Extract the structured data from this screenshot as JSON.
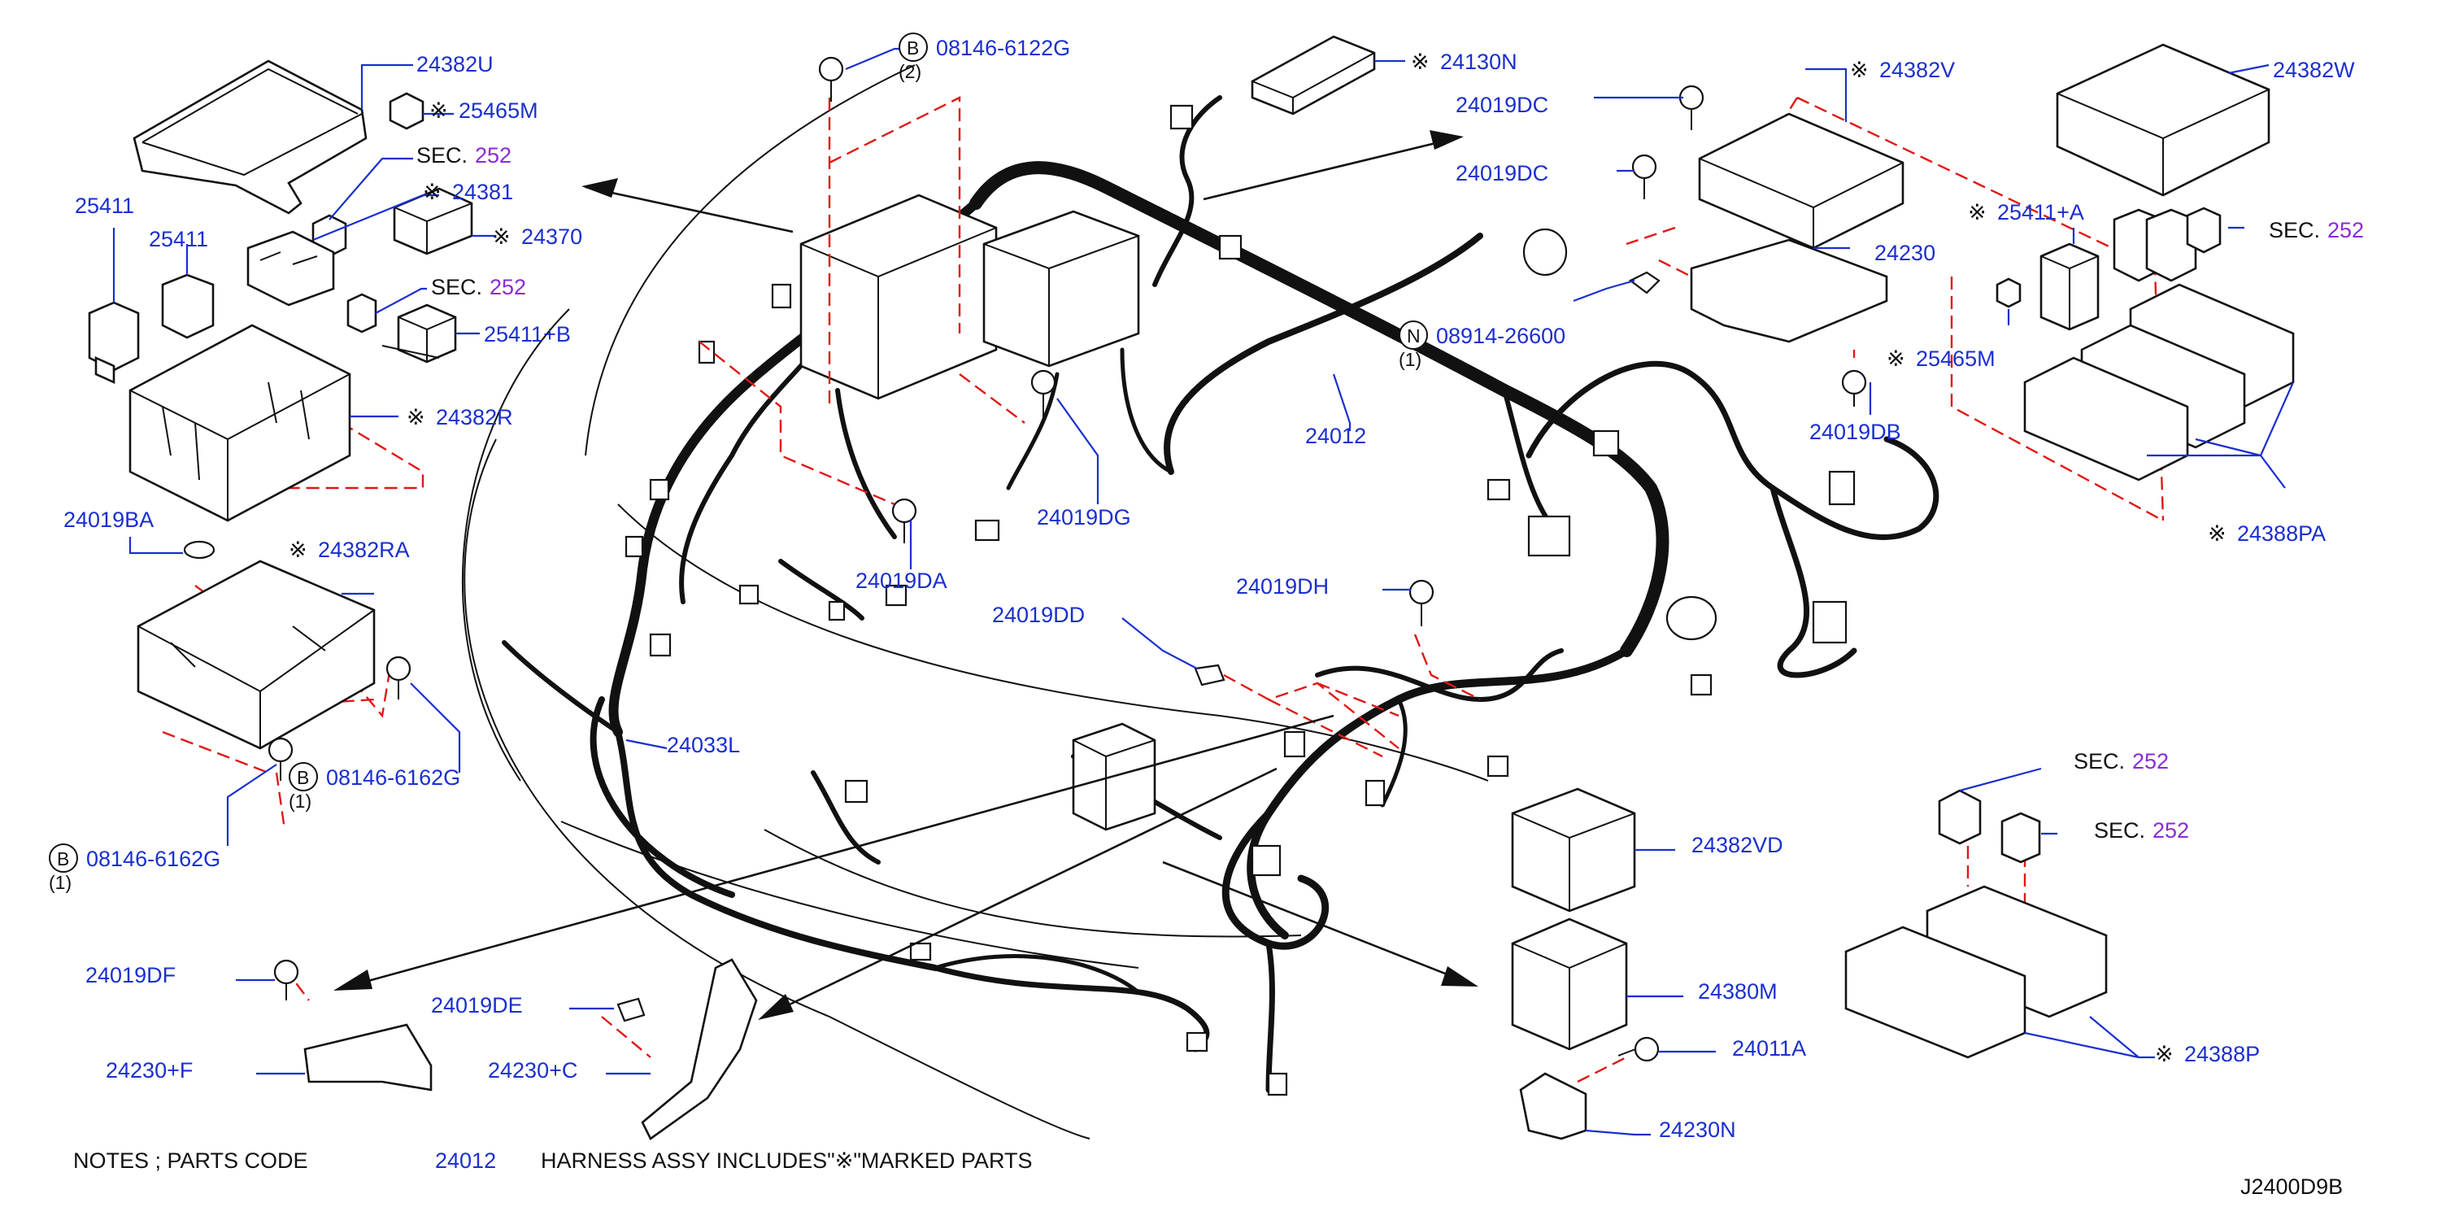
{
  "diagram": {
    "id_code": "J2400D9B",
    "notes": {
      "prefix": "NOTES ; PARTS CODE",
      "code": "24012",
      "suffix": "HARNESS ASSY INCLUDES\"※\"MARKED PARTS"
    },
    "callouts": [
      {
        "key": "c24382U",
        "text": "24382U",
        "mark": false
      },
      {
        "key": "c25465M_a",
        "text": "25465M",
        "mark": true
      },
      {
        "key": "cSEC_a",
        "text": "SEC.",
        "num": "252"
      },
      {
        "key": "c24381",
        "text": "24381",
        "mark": true
      },
      {
        "key": "c24370",
        "text": "24370",
        "mark": true
      },
      {
        "key": "cSEC_b",
        "text": "SEC.",
        "num": "252"
      },
      {
        "key": "c25411_a",
        "text": "25411",
        "mark": false
      },
      {
        "key": "c25411_b",
        "text": "25411",
        "mark": false
      },
      {
        "key": "c25411B",
        "text": "25411+B",
        "mark": false
      },
      {
        "key": "c24382R",
        "text": "24382R",
        "mark": true
      },
      {
        "key": "c24019BA",
        "text": "24019BA",
        "mark": false
      },
      {
        "key": "c24382RA",
        "text": "24382RA",
        "mark": true
      },
      {
        "key": "c08146_6162G_a",
        "text": "08146-6162G",
        "circle": "B",
        "qty": "(1)"
      },
      {
        "key": "c08146_6162G_b",
        "text": "08146-6162G",
        "circle": "B",
        "qty": "(1)"
      },
      {
        "key": "c08146_6122G",
        "text": "08146-6122G",
        "circle": "B",
        "qty": "(2)"
      },
      {
        "key": "c24130N",
        "text": "24130N",
        "mark": true
      },
      {
        "key": "c24019DC_a",
        "text": "24019DC",
        "mark": false
      },
      {
        "key": "c24019DC_b",
        "text": "24019DC",
        "mark": false
      },
      {
        "key": "c24382V",
        "text": "24382V",
        "mark": true
      },
      {
        "key": "c24382W",
        "text": "24382W",
        "mark": false
      },
      {
        "key": "c25411A",
        "text": "25411+A",
        "mark": true
      },
      {
        "key": "cSEC_c",
        "text": "SEC.",
        "num": "252"
      },
      {
        "key": "c24230",
        "text": "24230",
        "mark": false
      },
      {
        "key": "c08914_26600",
        "text": "08914-26600",
        "circle": "N",
        "qty": "(1)"
      },
      {
        "key": "c25465M_b",
        "text": "25465M",
        "mark": true
      },
      {
        "key": "c24019DB",
        "text": "24019DB",
        "mark": false
      },
      {
        "key": "c24388PA",
        "text": "24388PA",
        "mark": true
      },
      {
        "key": "c24012",
        "text": "24012",
        "mark": false
      },
      {
        "key": "c24019DG",
        "text": "24019DG",
        "mark": false
      },
      {
        "key": "c24019DA",
        "text": "24019DA",
        "mark": false
      },
      {
        "key": "c24019DD",
        "text": "24019DD",
        "mark": false
      },
      {
        "key": "c24019DH",
        "text": "24019DH",
        "mark": false
      },
      {
        "key": "c24033L",
        "text": "24033L",
        "mark": false
      },
      {
        "key": "cSEC_d",
        "text": "SEC.",
        "num": "252"
      },
      {
        "key": "cSEC_e",
        "text": "SEC.",
        "num": "252"
      },
      {
        "key": "c24382VD",
        "text": "24382VD",
        "mark": false
      },
      {
        "key": "c24380M",
        "text": "24380M",
        "mark": false
      },
      {
        "key": "c24011A",
        "text": "24011A",
        "mark": false
      },
      {
        "key": "c24230N",
        "text": "24230N",
        "mark": false
      },
      {
        "key": "c24388P",
        "text": "24388P",
        "mark": true
      },
      {
        "key": "c24019DF",
        "text": "24019DF",
        "mark": false
      },
      {
        "key": "c24230F",
        "text": "24230+F",
        "mark": false
      },
      {
        "key": "c24019DE",
        "text": "24019DE",
        "mark": false
      },
      {
        "key": "c24230C",
        "text": "24230+C",
        "mark": false
      }
    ],
    "mark_symbol": "※",
    "colors": {
      "label": "#1a2fd0",
      "section_num": "#8a2bd8",
      "leader": "#1a2fd0",
      "dashed": "#e01818",
      "line": "#111111"
    }
  }
}
